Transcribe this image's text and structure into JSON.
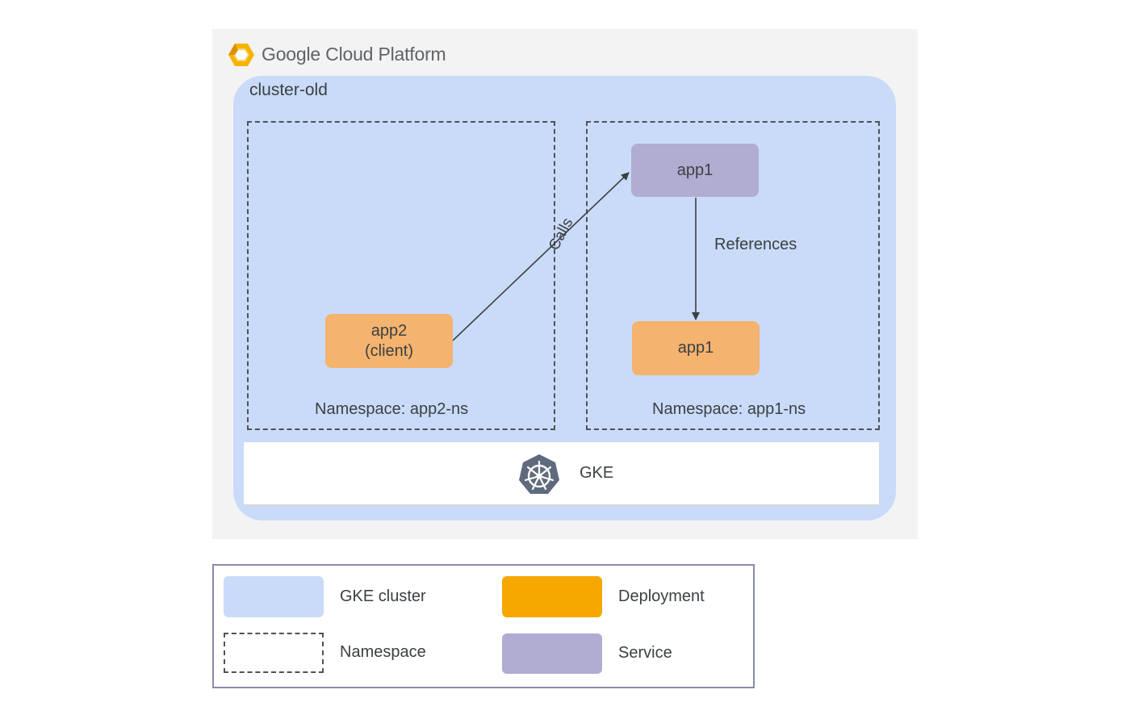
{
  "header": {
    "brand_google": "Google",
    "brand_rest": "Cloud Platform",
    "logo_icon": "gcp-hexagon-icon"
  },
  "cluster": {
    "label": "cluster-old"
  },
  "namespaces": [
    {
      "label": "Namespace: app2-ns"
    },
    {
      "label": "Namespace: app1-ns"
    }
  ],
  "nodes": {
    "app2_deployment": {
      "line1": "app2",
      "line2": "(client)"
    },
    "app1_service": {
      "label": "app1"
    },
    "app1_deployment": {
      "label": "app1"
    }
  },
  "edges": [
    {
      "from": "app2 (client)",
      "to": "app1 service",
      "label": "Calls"
    },
    {
      "from": "app1 service",
      "to": "app1 deployment",
      "label": "References"
    }
  ],
  "platform": {
    "label": "GKE",
    "icon": "kubernetes-wheel-icon"
  },
  "legend": {
    "items": [
      {
        "label": "GKE cluster",
        "color": "#c9dbf8"
      },
      {
        "label": "Namespace",
        "style": "dashed"
      },
      {
        "label": "Deployment",
        "color": "#f6a800"
      },
      {
        "label": "Service",
        "color": "#b1acd1"
      }
    ]
  },
  "colors": {
    "cluster": "#c9dbf8",
    "deployment": "#f4b36e",
    "service": "#b1acd1",
    "panel": "#f3f3f3",
    "kubernetes_icon": "#5f6b7d"
  }
}
